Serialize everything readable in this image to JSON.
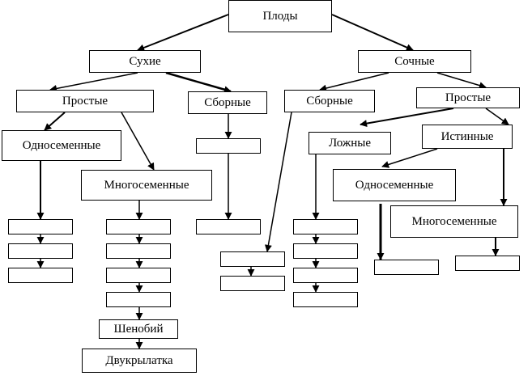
{
  "diagram": {
    "root": "Плоды",
    "dry": {
      "label": "Сухие",
      "simple": {
        "label": "Простые",
        "single_seeded": "Односеменные",
        "single_seeded_examples": [
          "",
          "",
          ""
        ],
        "many_seeded": "Многосеменные",
        "many_seeded_examples": [
          "",
          "",
          "",
          "",
          "Шенобий",
          "Двукрылатка"
        ]
      },
      "compound": {
        "label": "Сборные",
        "examples": [
          "",
          ""
        ]
      }
    },
    "fleshy": {
      "label": "Сочные",
      "compound": {
        "label": "Сборные",
        "examples": [
          "",
          ""
        ]
      },
      "simple": {
        "label": "Простые",
        "false_fruits": {
          "label": "Ложные",
          "examples": [
            "",
            "",
            "",
            ""
          ]
        },
        "true_fruits": {
          "label": "Истинные",
          "single_seeded": "Односеменные",
          "single_seeded_examples": [
            ""
          ],
          "many_seeded": "Многосеменные",
          "many_seeded_examples": [
            ""
          ]
        }
      }
    }
  }
}
